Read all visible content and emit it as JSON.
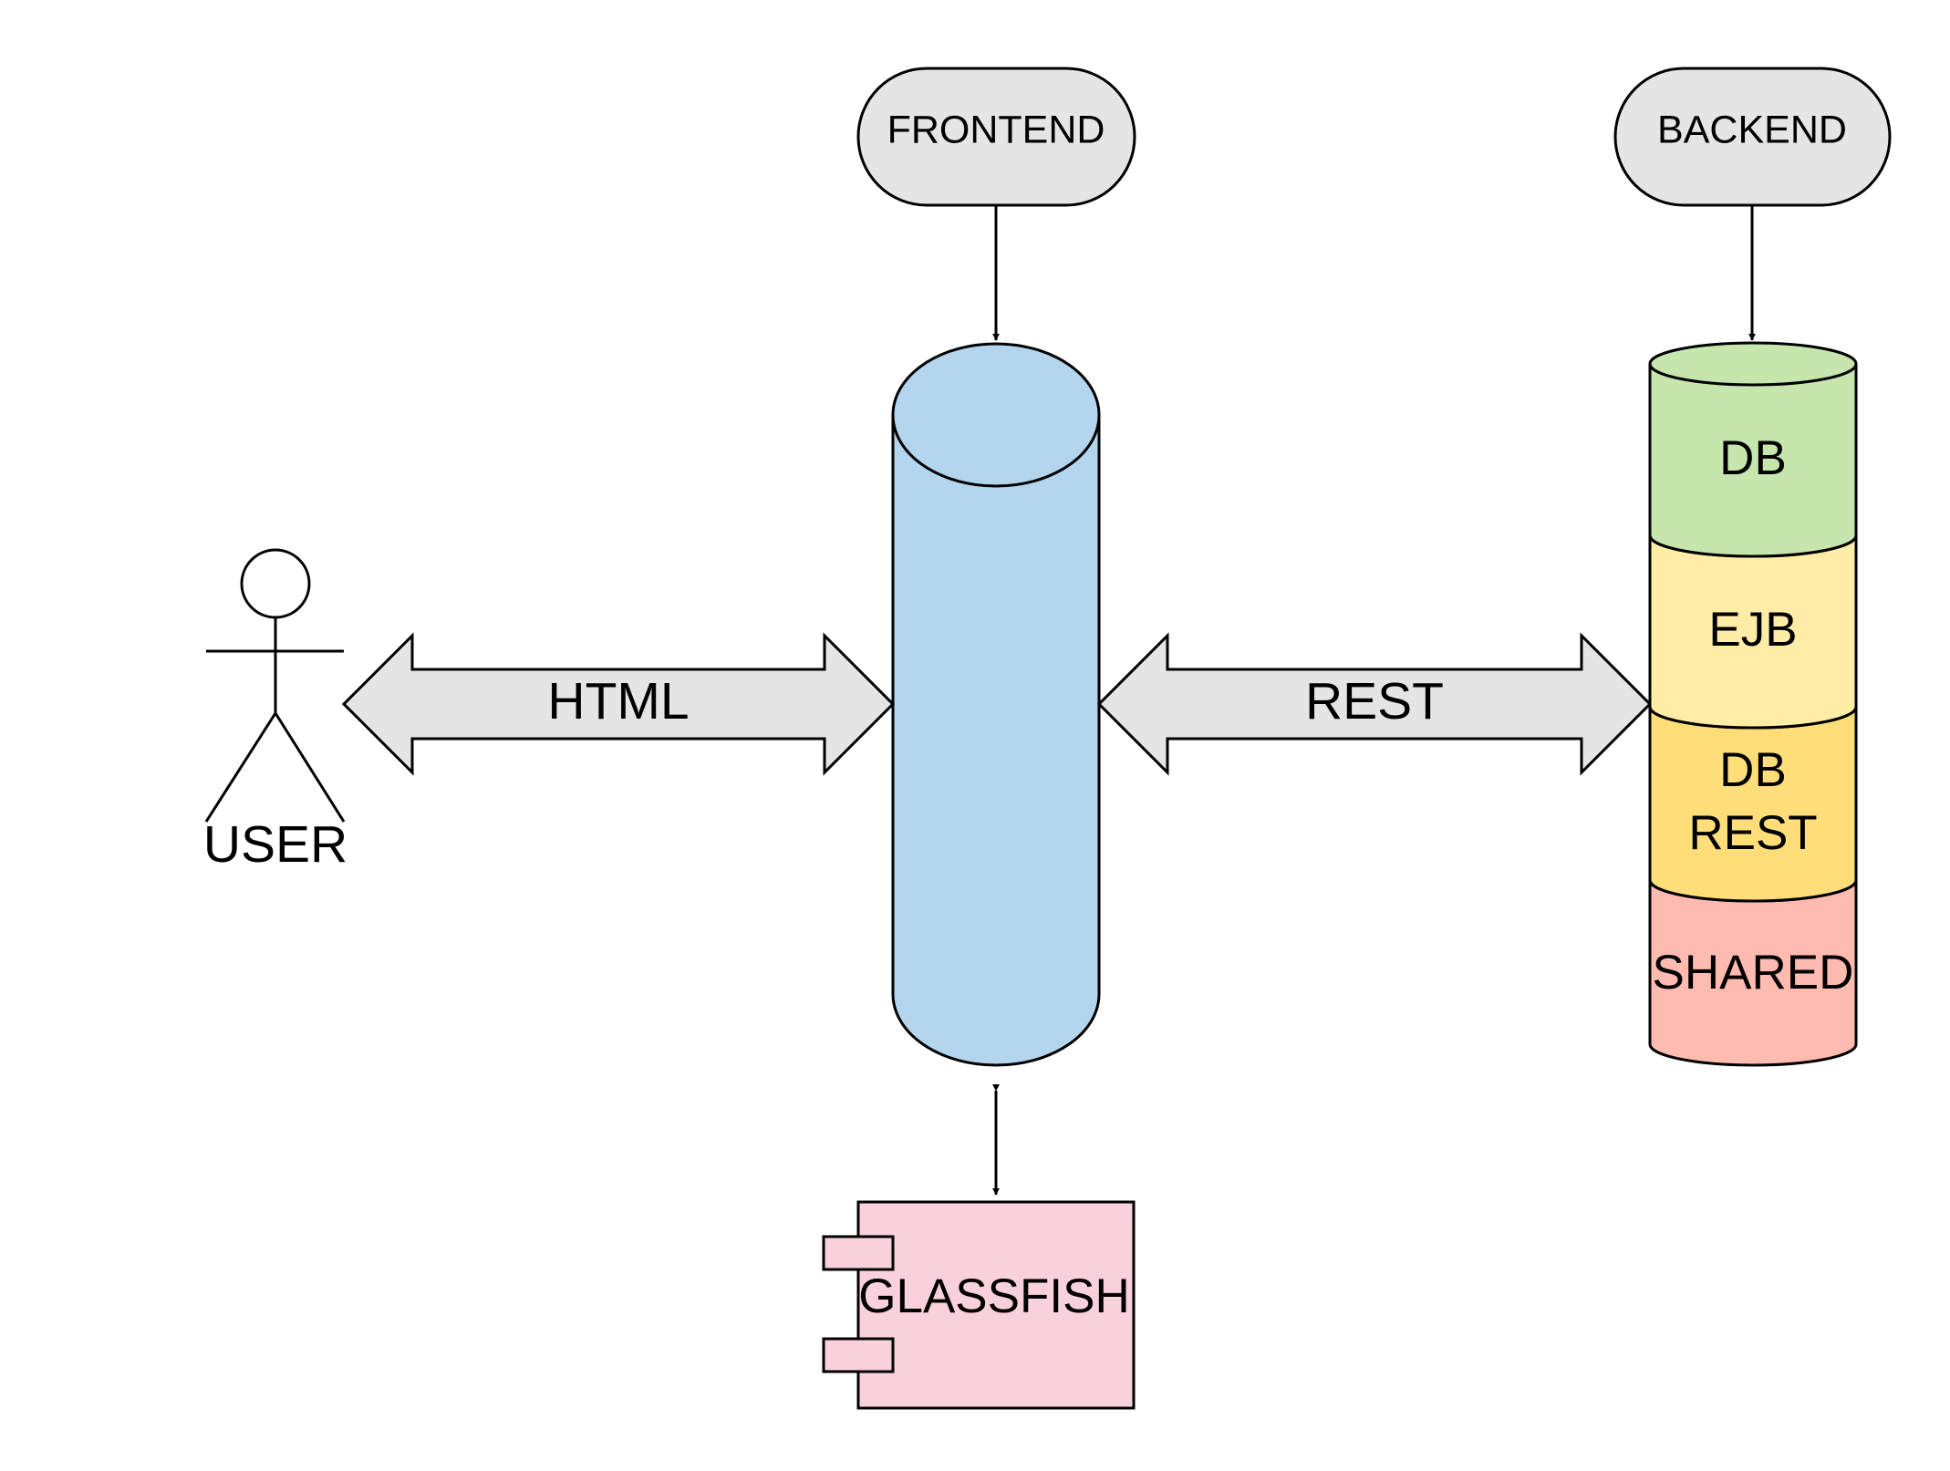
{
  "labels": {
    "frontend": "FRONTEND",
    "backend": "BACKEND",
    "user": "USER",
    "html": "HTML",
    "rest": "REST",
    "db": "DB",
    "ejb": "EJB",
    "db_rest_line1": "DB",
    "db_rest_line2": "REST",
    "shared": "SHARED",
    "glassfish": "GLASSFISH"
  },
  "colors": {
    "terminal_fill": "#e5e5e5",
    "frontend_cylinder": "#b3d5ee",
    "arrow_fill": "#e5e5e5",
    "db": "#c6e6ae",
    "ejb": "#ffeca6",
    "db_rest": "#ffde7a",
    "shared": "#ffbbb0",
    "glassfish": "#f8d1dd",
    "stroke": "#000000"
  }
}
